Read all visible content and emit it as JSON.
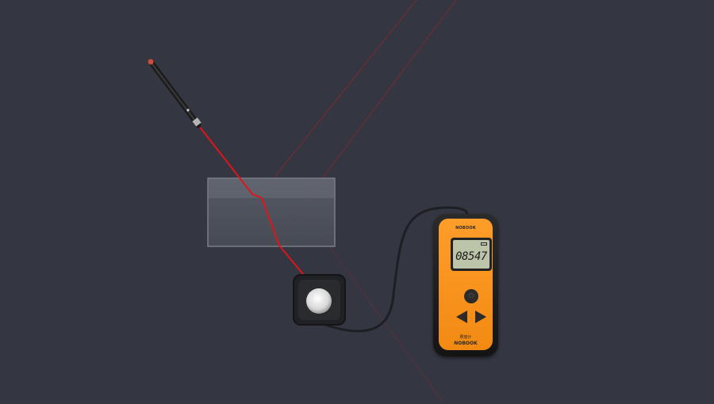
{
  "meter": {
    "brand_top": "NOBOOK",
    "reading": "08547",
    "label": "照度计",
    "brand_bottom": "NOBOOK"
  },
  "colors": {
    "background": "#343741",
    "laser_beam": "#e0141a",
    "meter_body": "#f7941d"
  }
}
